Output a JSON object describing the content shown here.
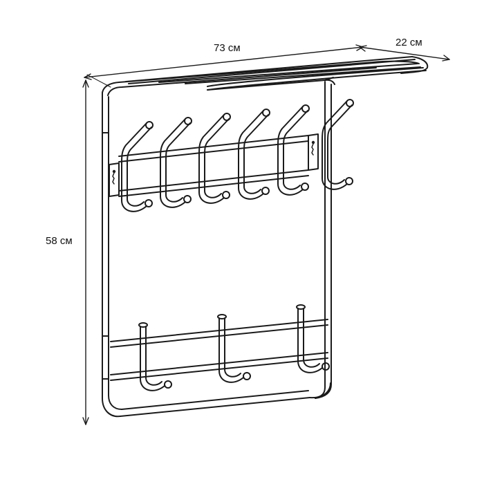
{
  "dimensions": {
    "width": "73 см",
    "depth": "22 см",
    "height": "58 см"
  },
  "colors": {
    "line": "#1a1a1a",
    "background": "#ffffff"
  }
}
